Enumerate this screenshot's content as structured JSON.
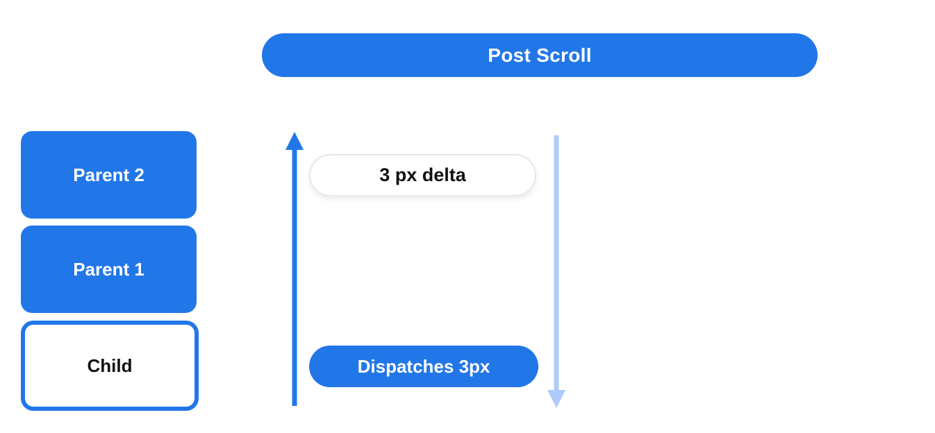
{
  "header": {
    "label": "Post Scroll"
  },
  "left_column": {
    "parent2_label": "Parent 2",
    "parent1_label": "Parent 1",
    "child_label": "Child"
  },
  "diagram": {
    "delta_label": "3 px delta",
    "dispatch_label": "Dispatches 3px",
    "up_arrow": "upward scroll direction arrow",
    "down_arrow": "downward dispatch direction arrow"
  },
  "colors": {
    "primary_blue": "#2277E8",
    "light_blue": "#AECBFA",
    "pill_border": "#E8E8E8",
    "text_dark": "#111111",
    "white": "#FFFFFF"
  }
}
